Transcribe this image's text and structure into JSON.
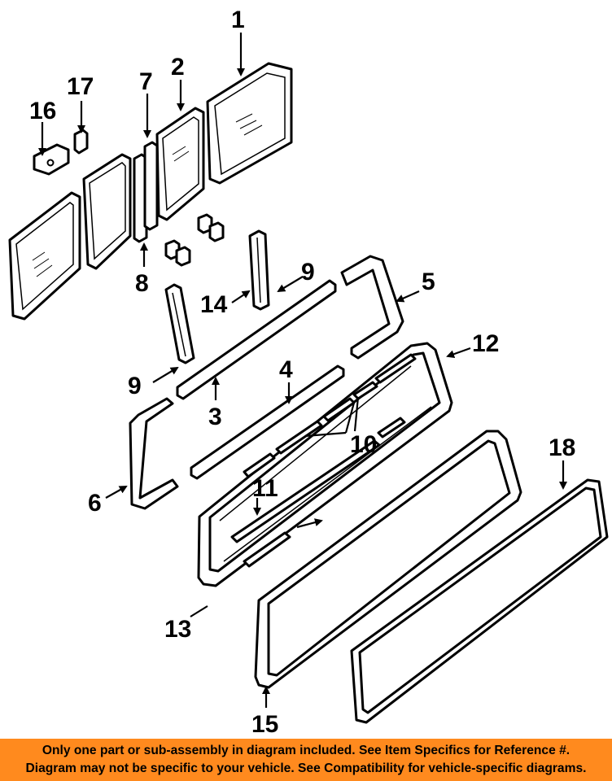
{
  "callouts": {
    "c1": "1",
    "c2": "2",
    "c3": "3",
    "c4": "4",
    "c5": "5",
    "c6": "6",
    "c7": "7",
    "c8": "8",
    "c9a": "9",
    "c9b": "9",
    "c10": "10",
    "c11": "11",
    "c12": "12",
    "c13": "13",
    "c14": "14",
    "c15": "15",
    "c16": "16",
    "c17": "17",
    "c18": "18"
  },
  "footer": {
    "line1": "Only one part or sub-assembly in diagram included. See Item Specifics for Reference #.",
    "line2": "Diagram may not be specific to your vehicle. See Compatibility for vehicle-specific diagrams."
  },
  "colors": {
    "banner": "#ff8a1e",
    "ink": "#000000"
  }
}
